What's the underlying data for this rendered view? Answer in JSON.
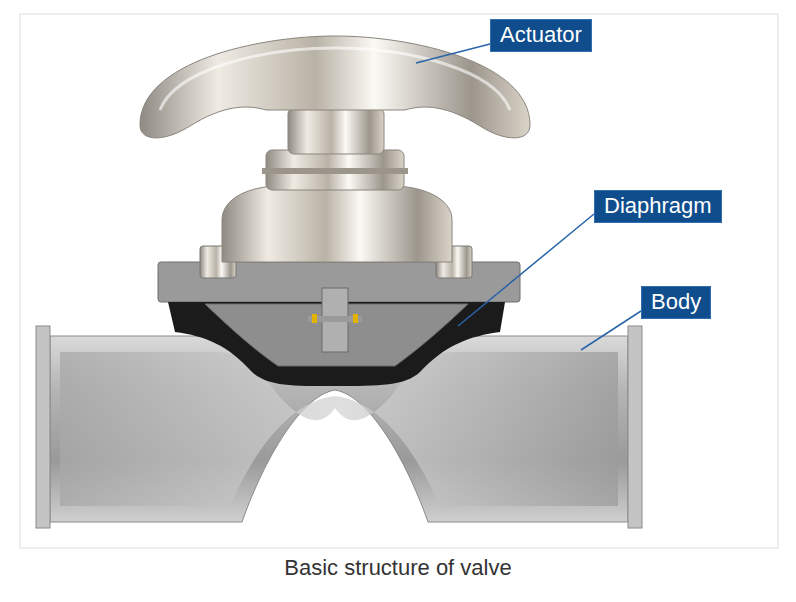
{
  "diagram": {
    "caption": "Basic structure of valve",
    "nodes": [
      {
        "text": [
          "Actuator"
        ]
      },
      {
        "text": [
          "Diaphragm"
        ]
      },
      {
        "text": [
          "Body"
        ]
      }
    ]
  }
}
